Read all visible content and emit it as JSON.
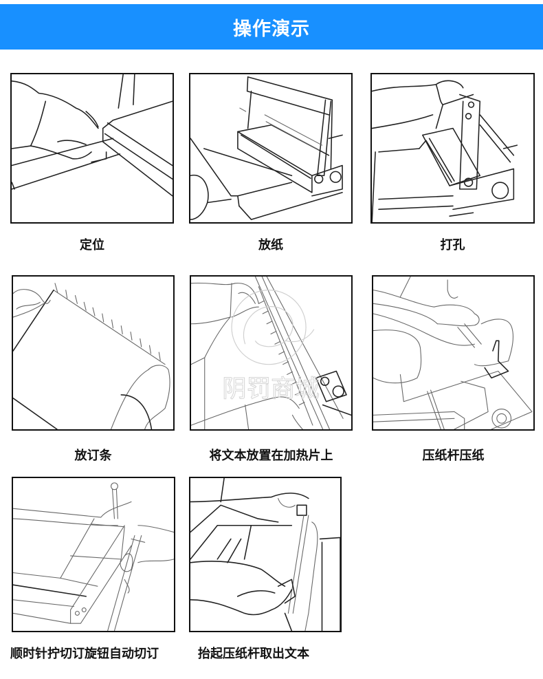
{
  "header": {
    "title": "操作演示",
    "background_color": "#1890ff"
  },
  "steps": [
    {
      "caption": "定位",
      "illustration": "hand-positioning-paper-icon"
    },
    {
      "caption": "放纸",
      "illustration": "placing-paper-in-binder-icon"
    },
    {
      "caption": "打孔",
      "illustration": "pulling-punch-lever-icon"
    },
    {
      "caption": "放订条",
      "illustration": "placing-binding-strip-icon"
    },
    {
      "caption": "将文本放置在加热片上",
      "illustration": "document-on-heating-plate-icon"
    },
    {
      "caption": "压纸杆压纸",
      "illustration": "pressing-paper-bar-icon"
    },
    {
      "caption": "顺时针拧切订旋钮自动切订",
      "illustration": "turning-cut-knob-icon"
    },
    {
      "caption": "抬起压纸杆取出文本",
      "illustration": "lifting-bar-removing-document-icon"
    }
  ],
  "watermark": {
    "text": "阴罚商城"
  }
}
